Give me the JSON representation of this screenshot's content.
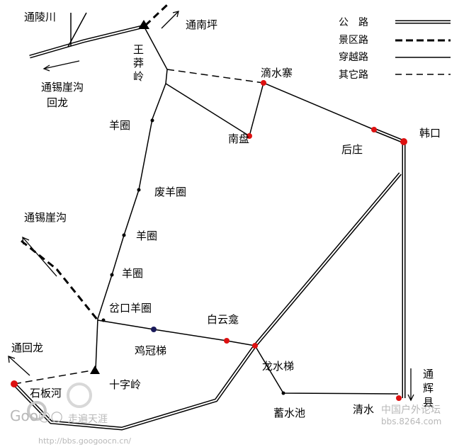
{
  "legend": {
    "items": [
      {
        "label": "公　路",
        "style": "highway"
      },
      {
        "label": "景区路",
        "style": "scenic"
      },
      {
        "label": "穿越路",
        "style": "through"
      },
      {
        "label": "其它路",
        "style": "other"
      }
    ]
  },
  "places": {
    "tonglingchuan": "通陵川",
    "wangmangling_1": "王",
    "wangmangling_2": "莽",
    "wangmangling_3": "岭",
    "tongnanping": "通南坪",
    "dishuizhai": "滴水寨",
    "tongxiyagou_huilong_1": "通锡崖沟",
    "tongxiyagou_huilong_2": "回龙",
    "yangquan_top": "羊圈",
    "nanpan": "南盘",
    "houzhuang": "后庄",
    "hankou": "韩口",
    "feiyangquan": "废羊圈",
    "tongxiyagou": "通锡崖沟",
    "yangquan_mid": "羊圈",
    "yangquan_low": "羊圈",
    "chakou_yangquan": "岔口羊圈",
    "baiyunkan": "白云龛",
    "tonghuilong": "通回龙",
    "jiguanti": "鸡冠梯",
    "longshuiti": "龙水梯",
    "shibanhe": "石板河",
    "shiziling": "十字岭",
    "tonghuixian_1": "通",
    "tonghuixian_2": "辉",
    "tonghuixian_3": "县",
    "xushuichi": "蓄水池",
    "qingshui": "清水"
  },
  "watermark": {
    "logo": "Goo○○",
    "slogan": "走遍天涯",
    "url": "http://bbs.googoocn.cn/",
    "forum": "中国户外论坛",
    "forum_url": "bbs.8264.com"
  },
  "colors": {
    "road": "#000000",
    "poi_red": "#dd1111",
    "poi_navy": "#1a1a5a",
    "watermark": "#b8b8b8"
  }
}
